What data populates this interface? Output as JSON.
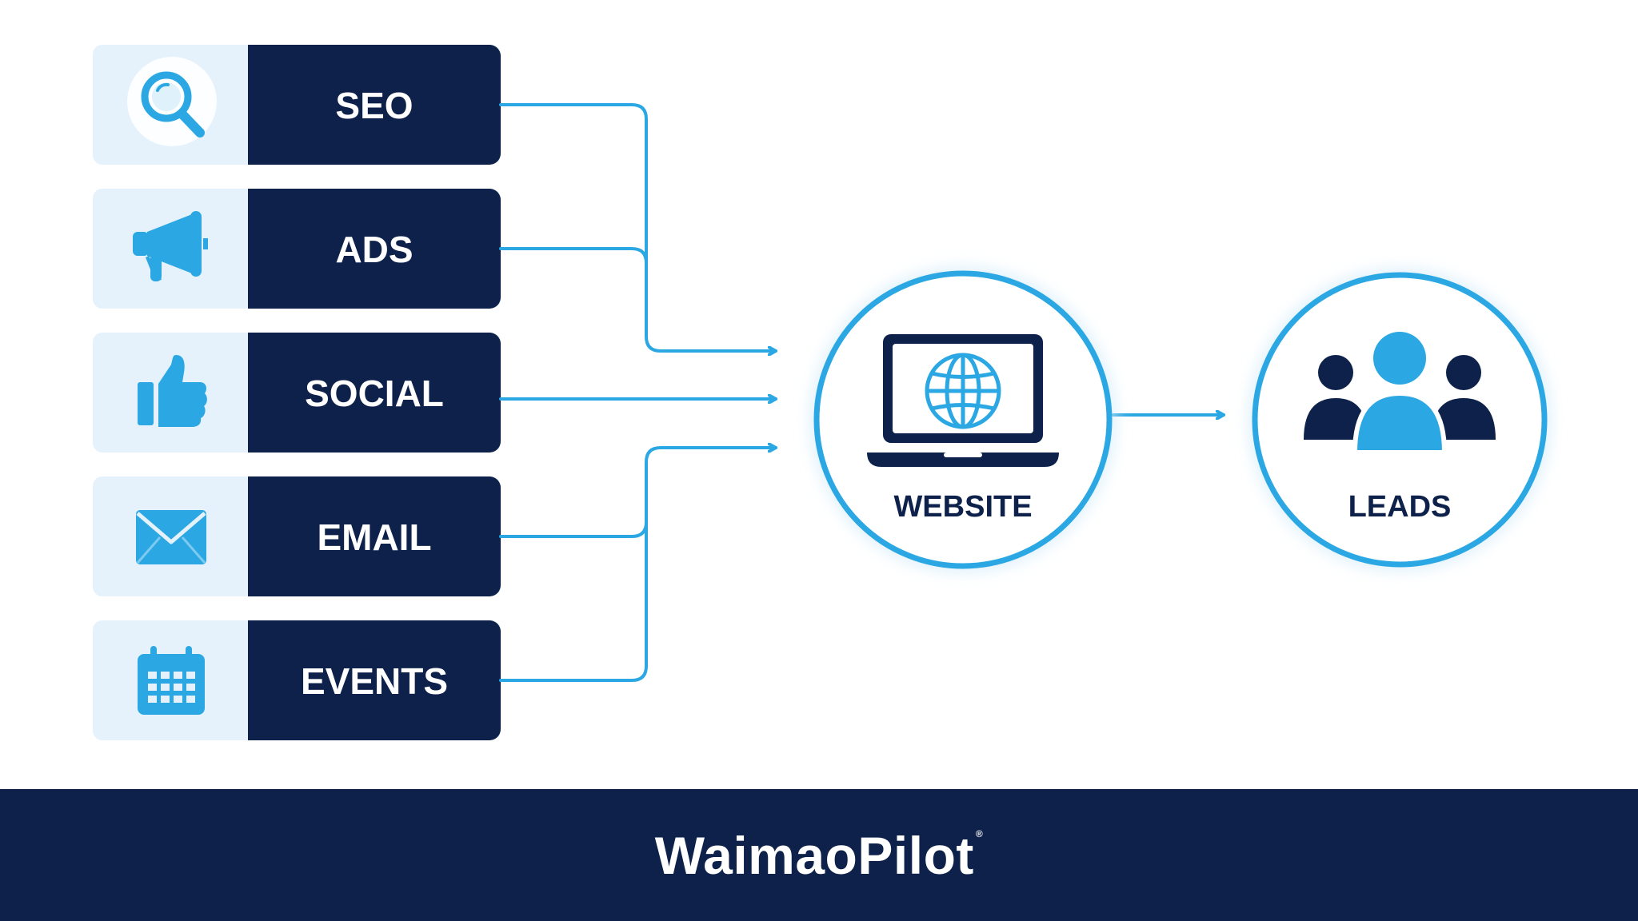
{
  "channels": [
    {
      "label": "SEO",
      "icon": "search-icon"
    },
    {
      "label": "ADS",
      "icon": "megaphone-icon"
    },
    {
      "label": "SOCIAL",
      "icon": "thumbs-up-icon"
    },
    {
      "label": "EMAIL",
      "icon": "envelope-icon"
    },
    {
      "label": "EVENTS",
      "icon": "calendar-icon"
    }
  ],
  "website": {
    "label": "WEBSITE",
    "icon": "laptop-globe-icon"
  },
  "leads": {
    "label": "LEADS",
    "icon": "people-icon"
  },
  "footer": {
    "brand": "WaimaoPilot",
    "mark": "®"
  },
  "colors": {
    "navy": "#0d214a",
    "accent": "#2ba8e3",
    "panel": "#e5f2fb"
  }
}
